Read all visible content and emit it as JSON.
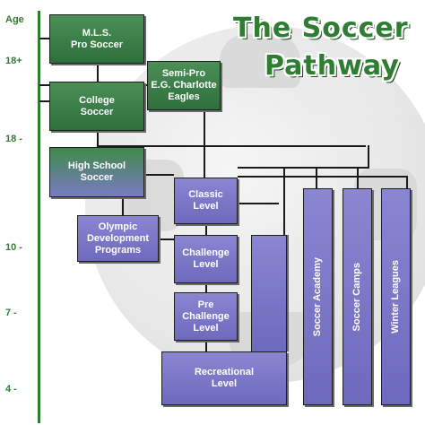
{
  "diagram": {
    "title_line1": "The Soccer",
    "title_line2": "Pathway",
    "axis_title": "Age",
    "age_labels": [
      "18+",
      "18 -",
      "10 -",
      "7 -",
      "4 -"
    ],
    "boxes": {
      "mls": "M.L.S.\nPro Soccer",
      "semipro": "Semi-Pro\nE.G. Charlotte\nEagles",
      "college": "College\nSoccer",
      "highschool": "High School\nSoccer",
      "classic": "Classic\nLevel",
      "olympic": "Olympic\nDevelopment\nPrograms",
      "challenge": "Challenge\nLevel",
      "prechallenge": "Pre\nChallenge\nLevel",
      "recreational": "Recreational\nLevel",
      "academy": "Soccer Academy",
      "camps": "Soccer Camps",
      "winter": "Winter Leagues"
    },
    "colors": {
      "green": "#2f6f3d",
      "purple": "#7c78c8",
      "axis": "#2e7d32"
    }
  }
}
